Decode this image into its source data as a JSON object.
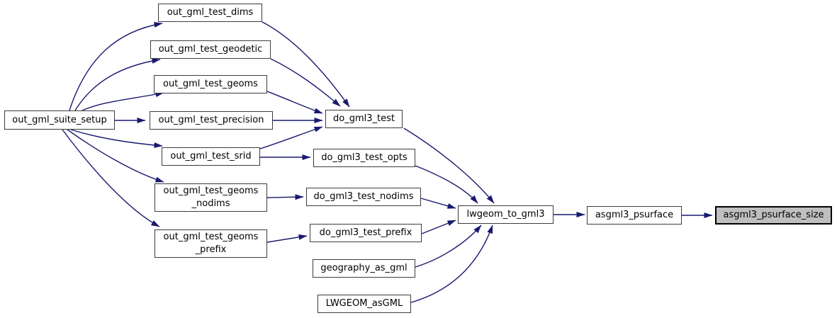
{
  "diagram": {
    "kind": "call-graph",
    "background_color": "#ffffff",
    "edge_color": "#191970",
    "node_fill": "#ffffff",
    "node_border_color": "#3c3c3c",
    "highlight_fill": "#bfbfbf",
    "highlight_border_color": "#000000",
    "nodes": [
      {
        "id": "out_gml_suite_setup",
        "label": "out_gml_suite_setup",
        "highlighted": false
      },
      {
        "id": "out_gml_test_dims",
        "label": "out_gml_test_dims",
        "highlighted": false
      },
      {
        "id": "out_gml_test_geodetic",
        "label": "out_gml_test_geodetic",
        "highlighted": false
      },
      {
        "id": "out_gml_test_geoms",
        "label": "out_gml_test_geoms",
        "highlighted": false
      },
      {
        "id": "out_gml_test_precision",
        "label": "out_gml_test_precision",
        "highlighted": false
      },
      {
        "id": "out_gml_test_srid",
        "label": "out_gml_test_srid",
        "highlighted": false
      },
      {
        "id": "out_gml_test_geoms_nodims",
        "label": "out_gml_test_geoms\n_nodims",
        "highlighted": false
      },
      {
        "id": "out_gml_test_geoms_prefix",
        "label": "out_gml_test_geoms\n_prefix",
        "highlighted": false
      },
      {
        "id": "do_gml3_test",
        "label": "do_gml3_test",
        "highlighted": false
      },
      {
        "id": "do_gml3_test_opts",
        "label": "do_gml3_test_opts",
        "highlighted": false
      },
      {
        "id": "do_gml3_test_nodims",
        "label": "do_gml3_test_nodims",
        "highlighted": false
      },
      {
        "id": "do_gml3_test_prefix",
        "label": "do_gml3_test_prefix",
        "highlighted": false
      },
      {
        "id": "geography_as_gml",
        "label": "geography_as_gml",
        "highlighted": false
      },
      {
        "id": "LWGEOM_asGML",
        "label": "LWGEOM_asGML",
        "highlighted": false
      },
      {
        "id": "lwgeom_to_gml3",
        "label": "lwgeom_to_gml3",
        "highlighted": false
      },
      {
        "id": "asgml3_psurface",
        "label": "asgml3_psurface",
        "highlighted": false
      },
      {
        "id": "asgml3_psurface_size",
        "label": "asgml3_psurface_size",
        "highlighted": true
      }
    ],
    "edges": [
      {
        "from": "out_gml_suite_setup",
        "to": "out_gml_test_dims"
      },
      {
        "from": "out_gml_suite_setup",
        "to": "out_gml_test_geodetic"
      },
      {
        "from": "out_gml_suite_setup",
        "to": "out_gml_test_geoms"
      },
      {
        "from": "out_gml_suite_setup",
        "to": "out_gml_test_precision"
      },
      {
        "from": "out_gml_suite_setup",
        "to": "out_gml_test_srid"
      },
      {
        "from": "out_gml_suite_setup",
        "to": "out_gml_test_geoms_nodims"
      },
      {
        "from": "out_gml_suite_setup",
        "to": "out_gml_test_geoms_prefix"
      },
      {
        "from": "out_gml_test_dims",
        "to": "do_gml3_test"
      },
      {
        "from": "out_gml_test_geodetic",
        "to": "do_gml3_test"
      },
      {
        "from": "out_gml_test_geoms",
        "to": "do_gml3_test"
      },
      {
        "from": "out_gml_test_precision",
        "to": "do_gml3_test"
      },
      {
        "from": "out_gml_test_srid",
        "to": "do_gml3_test"
      },
      {
        "from": "out_gml_test_srid",
        "to": "do_gml3_test_opts"
      },
      {
        "from": "out_gml_test_geoms_nodims",
        "to": "do_gml3_test_nodims"
      },
      {
        "from": "out_gml_test_geoms_prefix",
        "to": "do_gml3_test_prefix"
      },
      {
        "from": "do_gml3_test",
        "to": "lwgeom_to_gml3"
      },
      {
        "from": "do_gml3_test_opts",
        "to": "lwgeom_to_gml3"
      },
      {
        "from": "do_gml3_test_nodims",
        "to": "lwgeom_to_gml3"
      },
      {
        "from": "do_gml3_test_prefix",
        "to": "lwgeom_to_gml3"
      },
      {
        "from": "geography_as_gml",
        "to": "lwgeom_to_gml3"
      },
      {
        "from": "LWGEOM_asGML",
        "to": "lwgeom_to_gml3"
      },
      {
        "from": "lwgeom_to_gml3",
        "to": "asgml3_psurface"
      },
      {
        "from": "asgml3_psurface",
        "to": "asgml3_psurface_size"
      }
    ]
  }
}
